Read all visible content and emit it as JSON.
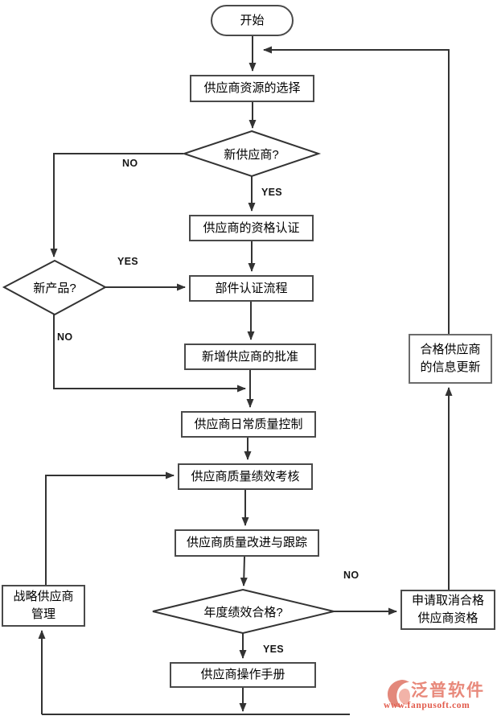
{
  "flowchart": {
    "nodes": {
      "start": {
        "label": "开始"
      },
      "resource_select": {
        "label": "供应商资源的选择"
      },
      "new_supplier_decision": {
        "label": "新供应商?"
      },
      "qualification_cert": {
        "label": "供应商的资格认证"
      },
      "new_product_decision": {
        "label": "新产品?"
      },
      "part_cert_process": {
        "label": "部件认证流程"
      },
      "new_supplier_approval": {
        "label": "新增供应商的批准"
      },
      "daily_quality_control": {
        "label": "供应商日常质量控制"
      },
      "performance_review": {
        "label": "供应商质量绩效考核"
      },
      "quality_improvement": {
        "label": "供应商质量改进与跟踪"
      },
      "annual_perf_decision": {
        "label": "年度绩效合格?"
      },
      "operation_manual": {
        "label": "供应商操作手册"
      },
      "strategic_mgmt": {
        "lines": [
          "战略供应商",
          "管理"
        ]
      },
      "cancel_qualification": {
        "lines": [
          "申请取消合格",
          "供应商资格"
        ]
      },
      "update_info": {
        "lines": [
          "合格供应商",
          "的信息更新"
        ]
      }
    },
    "edge_labels": {
      "new_supplier_no": "NO",
      "new_supplier_yes": "YES",
      "new_product_yes": "YES",
      "new_product_no": "NO",
      "annual_no": "NO",
      "annual_yes": "YES"
    }
  },
  "watermark": {
    "brand": "泛普软件",
    "url": "www.fanpusoft.com"
  },
  "colors": {
    "line": "#333333",
    "box_border": "#4a4a4a",
    "watermark_brand": "#e8897b",
    "watermark_url": "#e25b4c"
  }
}
